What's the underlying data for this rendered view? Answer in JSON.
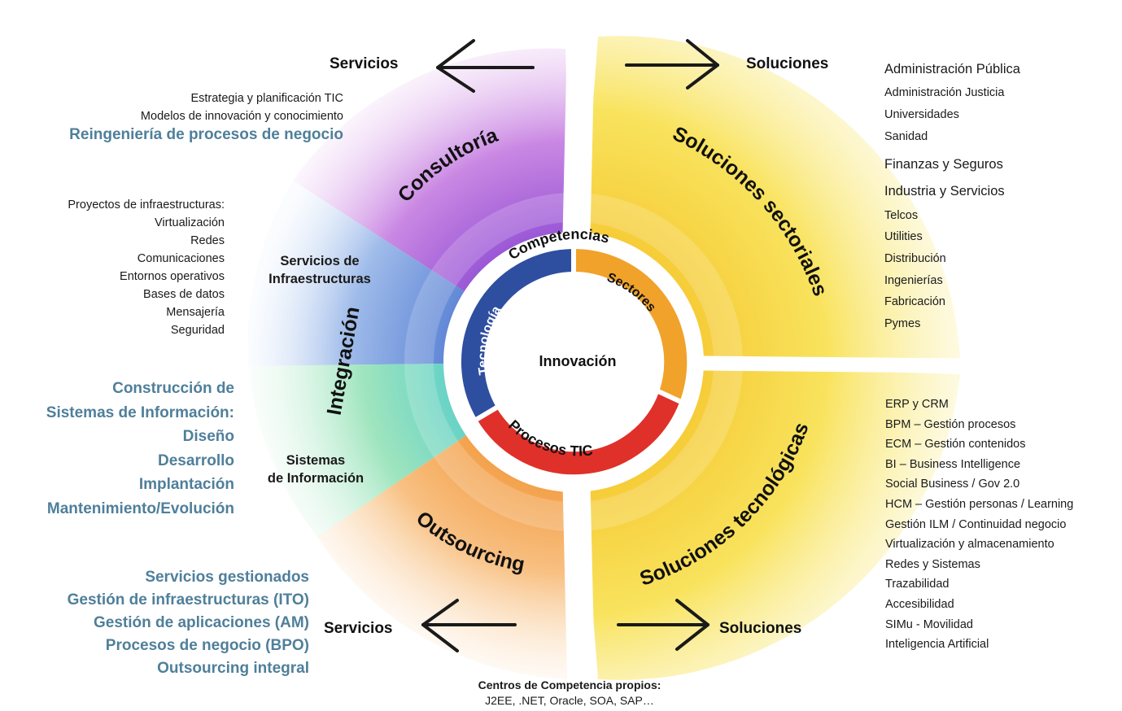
{
  "arrows": {
    "top_left": "Servicios",
    "top_right": "Soluciones",
    "bottom_left": "Servicios",
    "bottom_right": "Soluciones"
  },
  "sectors": {
    "consultoria": "Consultoría",
    "integracion": "Integración",
    "outsourcing": "Outsourcing",
    "soluciones_sectoriales": "Soluciones sectoriales",
    "soluciones_tecnologicas": "Soluciones tecnológicas",
    "servicios_infra_line1": "Servicios de",
    "servicios_infra_line2": "Infraestructuras",
    "sistemas_line1": "Sistemas",
    "sistemas_line2": "de Información"
  },
  "core": {
    "outer_label": "Competencias",
    "center": "Innovación",
    "tecnologia": "Tecnología",
    "sectores": "Sectores",
    "procesos": "Procesos TIC"
  },
  "consultoria_list": [
    "Estrategia y planificación TIC",
    "Modelos de innovación y conocimiento"
  ],
  "consultoria_highlight": "Reingeniería de procesos de negocio",
  "infra_list": [
    "Proyectos de infraestructuras:",
    "Virtualización",
    "Redes",
    "Comunicaciones",
    "Entornos operativos",
    "Bases de datos",
    "Mensajería",
    "Seguridad"
  ],
  "construccion_list": [
    "Construcción de",
    "Sistemas de Información:",
    "Diseño",
    "Desarrollo",
    "Implantación",
    "Mantenimiento/Evolución"
  ],
  "outsourcing_list": [
    "Servicios gestionados",
    "Gestión de infraestructuras (ITO)",
    "Gestión de aplicaciones (AM)",
    "Procesos de negocio (BPO)",
    "Outsourcing integral"
  ],
  "sectoriales_list": {
    "admin_publica": "Administración Pública",
    "admin_justicia": "Administración Justicia",
    "universidades": "Universidades",
    "sanidad": "Sanidad",
    "finanzas": "Finanzas y Seguros",
    "industria": "Industria y Servicios",
    "telcos": "Telcos",
    "utilities": "Utilities",
    "distribucion": "Distribución",
    "ingenierias": "Ingenierías",
    "fabricacion": "Fabricación",
    "pymes": "Pymes"
  },
  "tecnologicas_list": [
    "ERP y CRM",
    "BPM – Gestión procesos",
    "ECM – Gestión contenidos",
    "BI – Business Intelligence",
    "Social Business / Gov 2.0",
    "HCM – Gestión personas / Learning",
    "Gestión ILM / Continuidad negocio",
    "Virtualización y almacenamiento",
    "Redes y Sistemas",
    "Trazabilidad",
    "Accesibilidad",
    "SIMu - Movilidad",
    "Inteligencia Artificial"
  ],
  "footer": {
    "title": "Centros de Competencia propios:",
    "subtitle": "J2EE, .NET, Oracle, SOA, SAP…"
  },
  "colors": {
    "consultoria": "#b565d6",
    "infra": "#6f93d8",
    "sistemas": "#6fcf9a",
    "outsourcing": "#f3a04a",
    "sectoriales": "#f6d83a",
    "tecnologicas": "#f6d83a",
    "ring_tecnologia": "#2e4fa0",
    "ring_sectores": "#f0a22a",
    "ring_procesos": "#e0302a",
    "highlight_text": "#4f7f9a"
  }
}
